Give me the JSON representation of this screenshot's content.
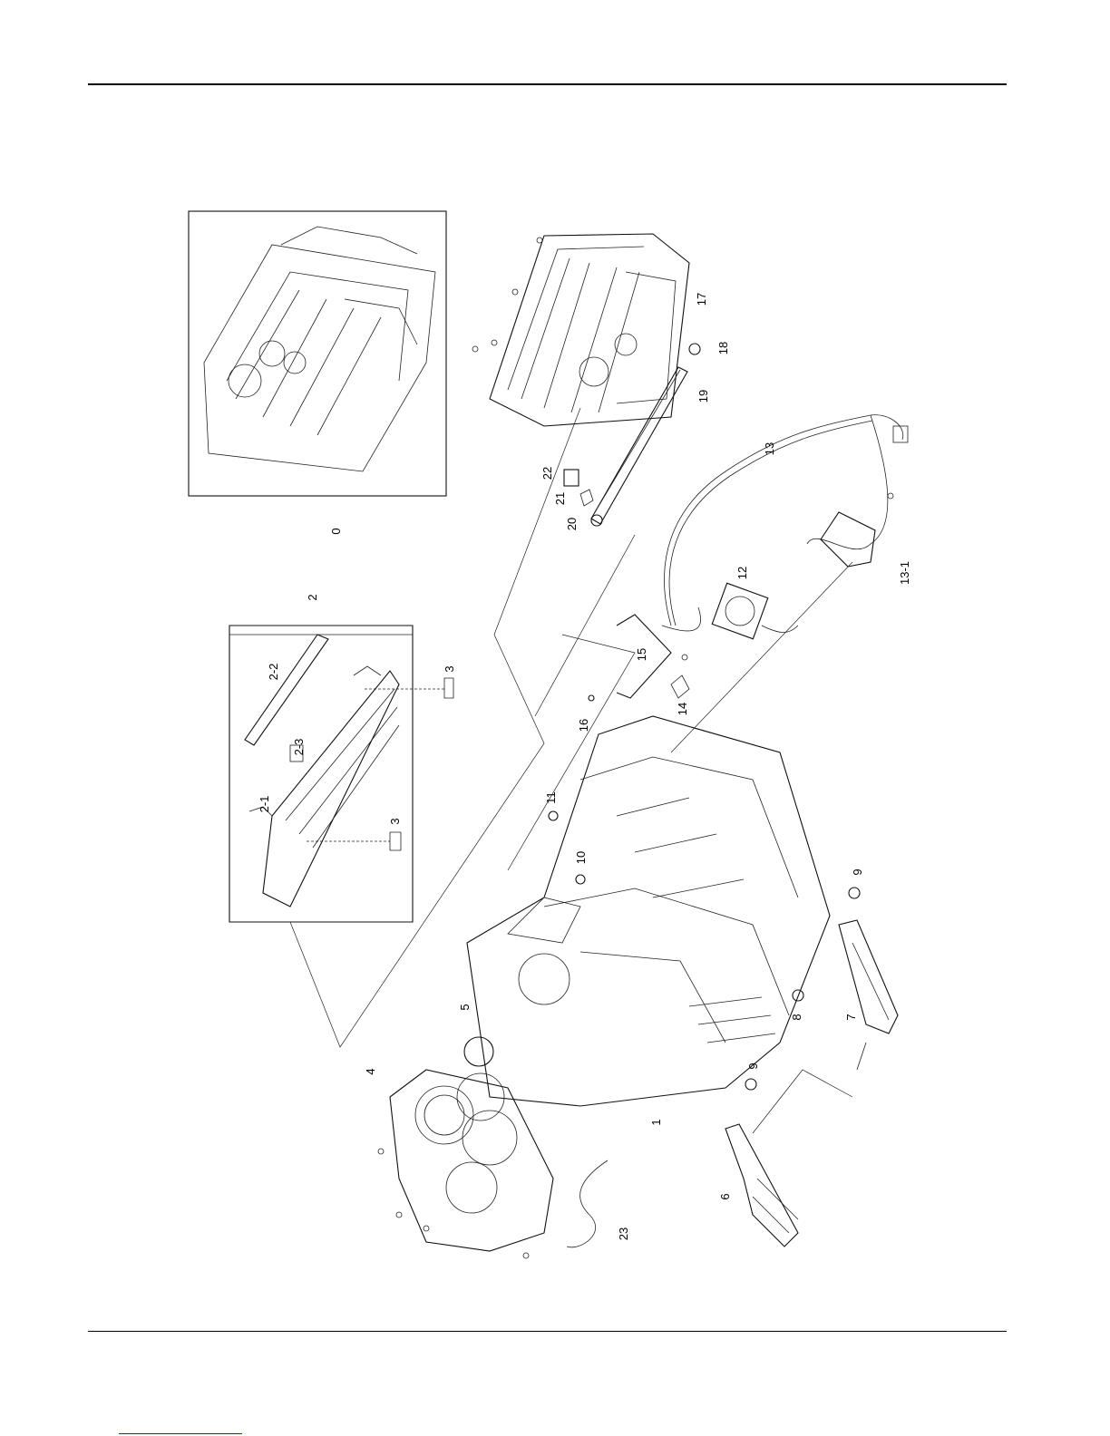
{
  "labels": [
    {
      "id": "0",
      "text": "0"
    },
    {
      "id": "1",
      "text": "1"
    },
    {
      "id": "2",
      "text": "2"
    },
    {
      "id": "2-1",
      "text": "2-1"
    },
    {
      "id": "2-2",
      "text": "2-2"
    },
    {
      "id": "2-3",
      "text": "2-3"
    },
    {
      "id": "3a",
      "text": "3"
    },
    {
      "id": "3b",
      "text": "3"
    },
    {
      "id": "4",
      "text": "4"
    },
    {
      "id": "5",
      "text": "5"
    },
    {
      "id": "6",
      "text": "6"
    },
    {
      "id": "7",
      "text": "7"
    },
    {
      "id": "8",
      "text": "8"
    },
    {
      "id": "9a",
      "text": "9"
    },
    {
      "id": "9b",
      "text": "9"
    },
    {
      "id": "10",
      "text": "10"
    },
    {
      "id": "11",
      "text": "11"
    },
    {
      "id": "12",
      "text": "12"
    },
    {
      "id": "13",
      "text": "13"
    },
    {
      "id": "13-1",
      "text": "13-1"
    },
    {
      "id": "14",
      "text": "14"
    },
    {
      "id": "15",
      "text": "15"
    },
    {
      "id": "16",
      "text": "16"
    },
    {
      "id": "17",
      "text": "17"
    },
    {
      "id": "18",
      "text": "18"
    },
    {
      "id": "19",
      "text": "19"
    },
    {
      "id": "20",
      "text": "20"
    },
    {
      "id": "21",
      "text": "21"
    },
    {
      "id": "22",
      "text": "22"
    },
    {
      "id": "23",
      "text": "23"
    }
  ]
}
